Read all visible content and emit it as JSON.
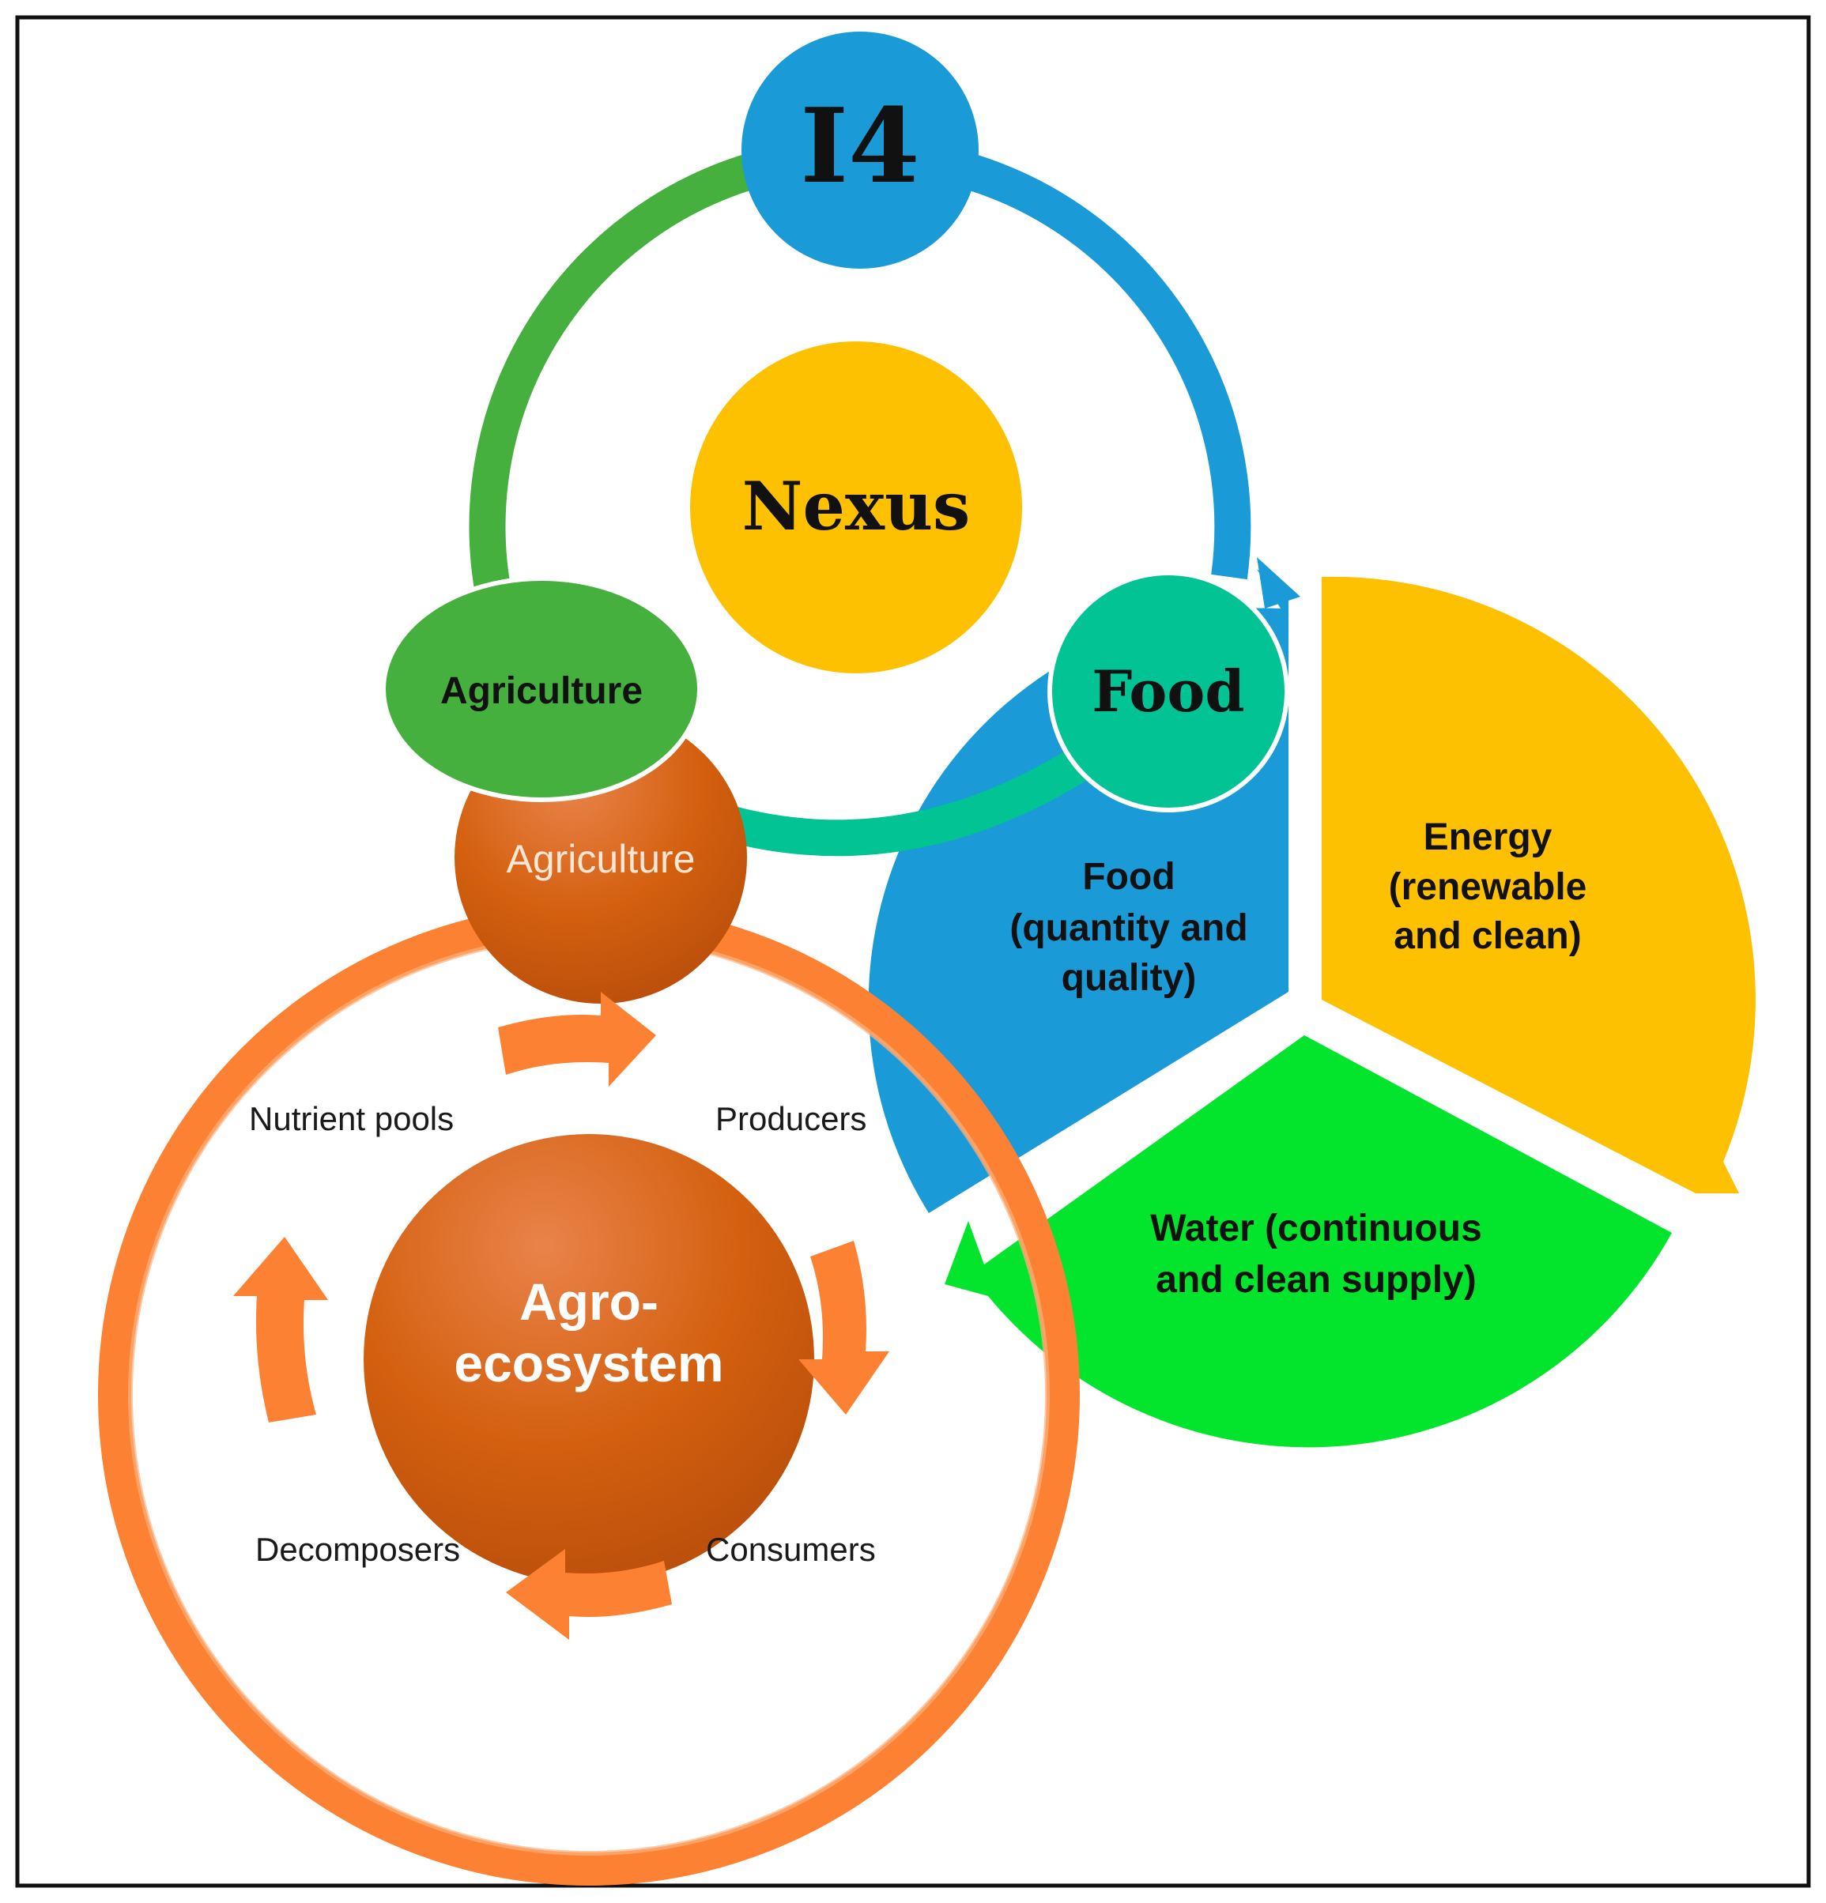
{
  "top_cycle": {
    "i4_label": "I4",
    "center_label": "Nexus",
    "agriculture_label": "Agriculture",
    "food_label": "Food"
  },
  "wef_pie": {
    "food_label": [
      "Food",
      "(quantity and",
      "quality)"
    ],
    "energy_label": [
      "Energy",
      "(renewable",
      "and clean)"
    ],
    "water_label": [
      "Water (continuous",
      "and clean supply)"
    ]
  },
  "agroecosystem": {
    "agriculture_label": "Agriculture",
    "center_label": [
      "Agro-",
      "ecosystem"
    ],
    "nutrient_pools": "Nutrient pools",
    "producers": "Producers",
    "consumers": "Consumers",
    "decomposers": "Decomposers"
  },
  "colors": {
    "green": "#45b03e",
    "blue": "#1a9ad7",
    "yellow": "#fdc101",
    "teal": "#02c393",
    "bright_green": "#02e52c",
    "orange": "#fd8132",
    "dark_orange": "#d35d15"
  }
}
